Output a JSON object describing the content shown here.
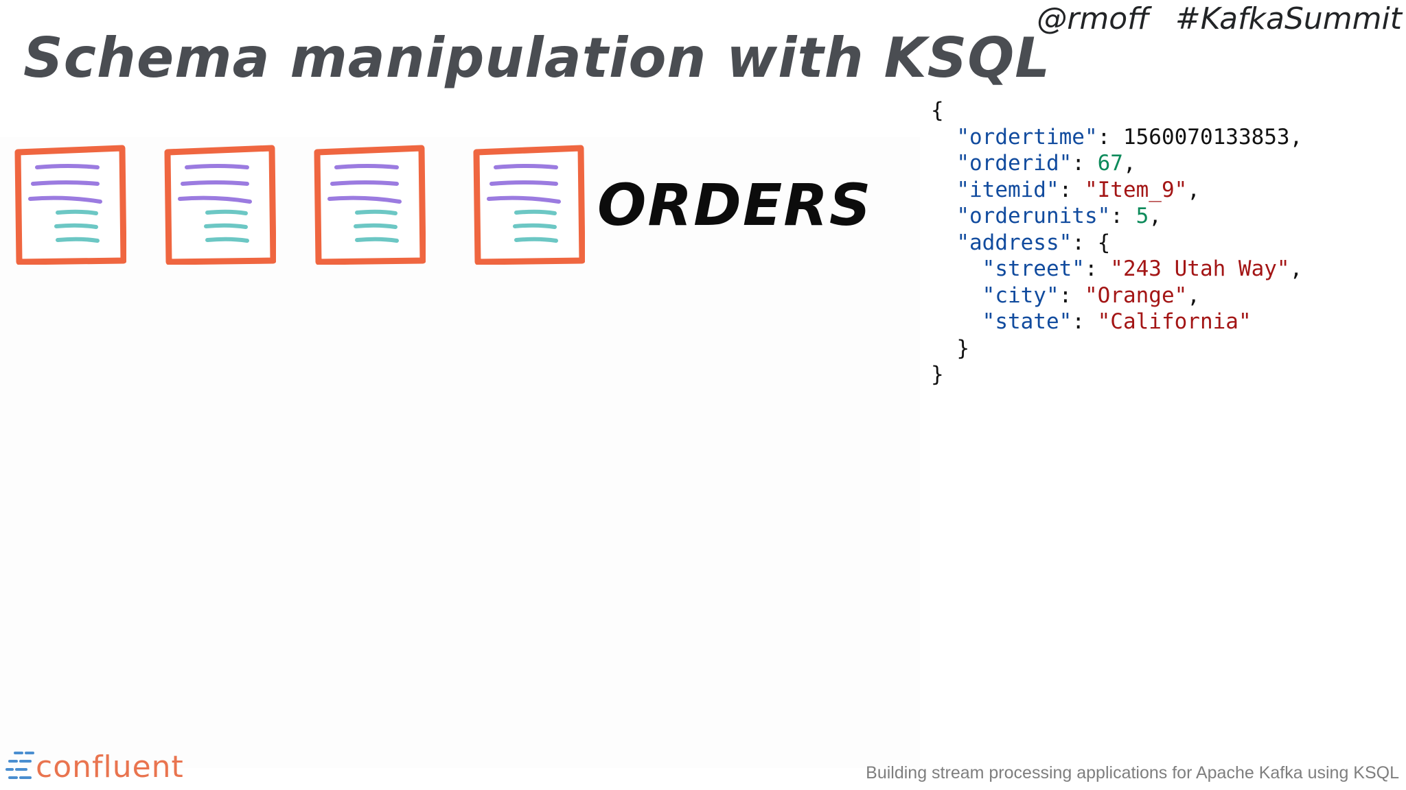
{
  "slide": {
    "title": "Schema manipulation with KSQL",
    "handle": "@rmoff",
    "hashtag": "#KafkaSummit",
    "stream_label": "ORDERS",
    "footer_text": "Building stream processing applications for Apache Kafka using KSQL",
    "logo_text": "confluent"
  },
  "record": {
    "ordertime_key": "\"ordertime\"",
    "ordertime_value": "1560070133853",
    "orderid_key": "\"orderid\"",
    "orderid_value": "67",
    "itemid_key": "\"itemid\"",
    "itemid_value": "\"Item_9\"",
    "orderunits_key": "\"orderunits\"",
    "orderunits_value": "5",
    "address_key": "\"address\"",
    "street_key": "\"street\"",
    "street_value": "\"243 Utah Way\"",
    "city_key": "\"city\"",
    "city_value": "\"Orange\"",
    "state_key": "\"state\"",
    "state_value": "\"California\""
  },
  "colors": {
    "title": "#4a4d52",
    "doc_border": "#ef6640",
    "doc_lines_top": "#9b7be0",
    "doc_lines_bottom": "#6cc7c4",
    "json_key": "#114b9e",
    "json_number": "#0c8a5a",
    "json_string": "#a31515",
    "logo": "#e9744f"
  },
  "icons": [
    "document-icon",
    "confluent-logo-icon"
  ]
}
